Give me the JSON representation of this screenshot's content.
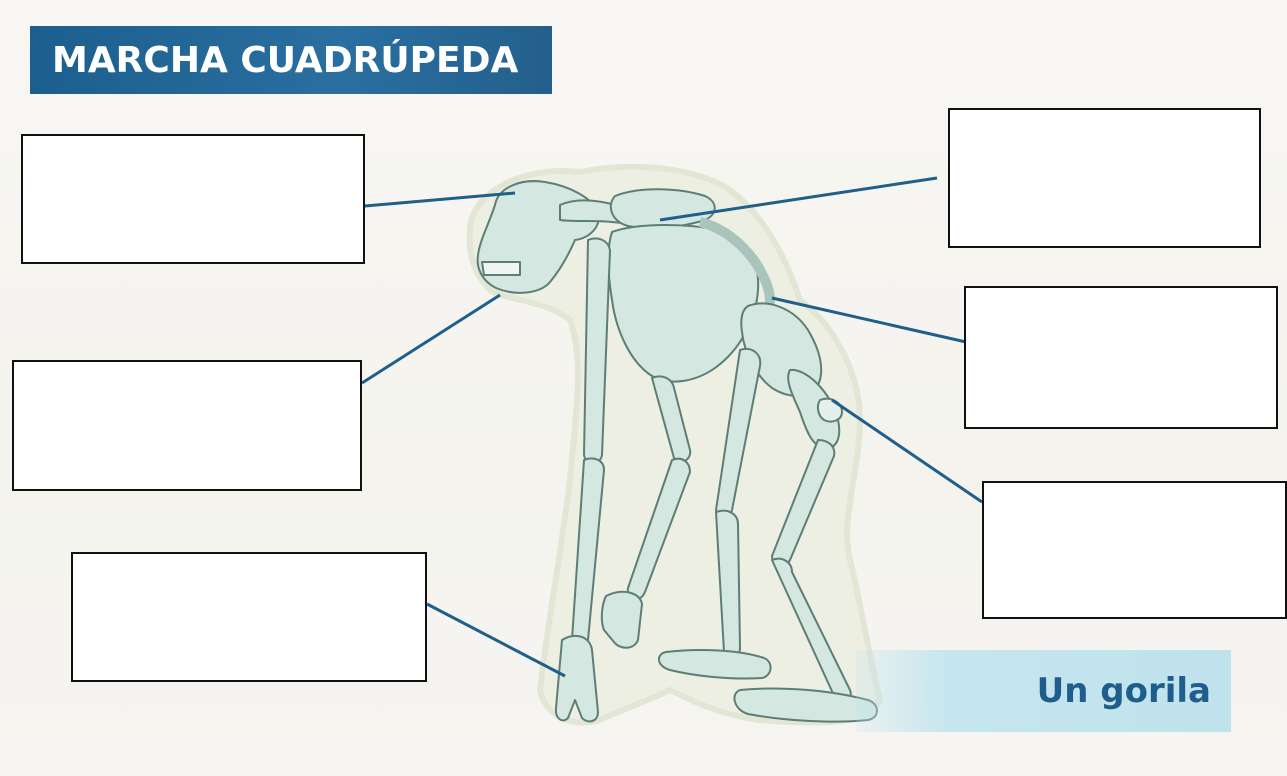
{
  "title": "MARCHA CUADRÚPEDA",
  "caption": "Un gorila",
  "colors": {
    "title_banner": "#1c5f8e",
    "caption_banner": "#c5e6ef",
    "caption_text": "#1e5d8c",
    "leader_line": "#1f5f8a",
    "bone": "#d7e8e2",
    "bone_outline": "#5f7f77",
    "figure_halo": "#e9ebdc"
  },
  "label_boxes": [
    {
      "id": "skull",
      "text": ""
    },
    {
      "id": "jaw",
      "text": ""
    },
    {
      "id": "hand",
      "text": ""
    },
    {
      "id": "shoulder-blade",
      "text": ""
    },
    {
      "id": "pelvis",
      "text": ""
    },
    {
      "id": "knee",
      "text": ""
    }
  ]
}
